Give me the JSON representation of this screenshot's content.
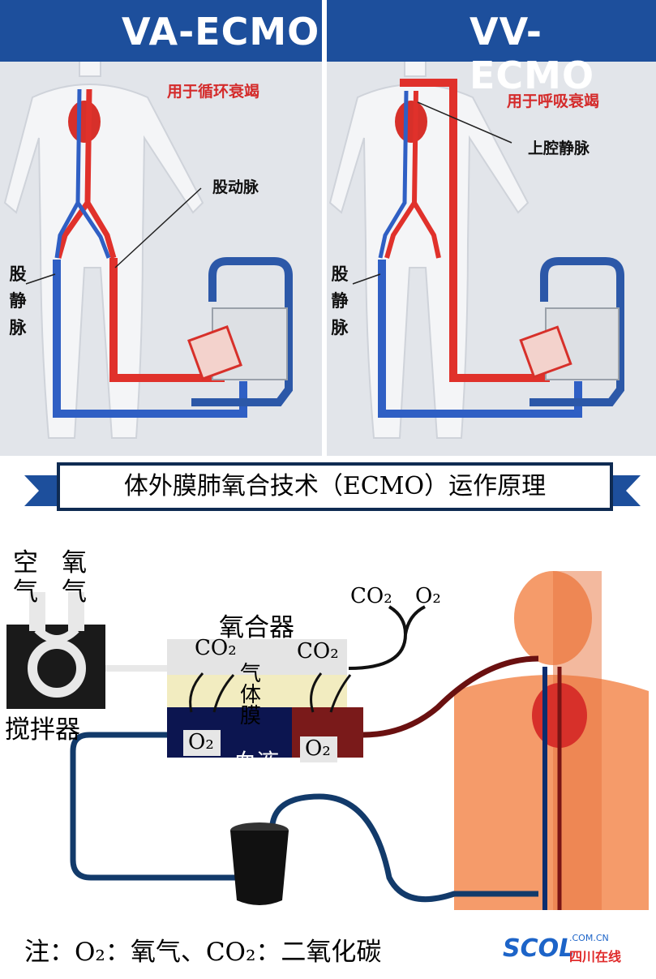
{
  "va": {
    "title": "VA-ECMO",
    "subtitle": "用于循环衰竭",
    "artery_label": "股动脉",
    "vein_label_chars": [
      "股",
      "静",
      "脉"
    ]
  },
  "vv": {
    "title": "VV-ECMO",
    "subtitle": "用于呼吸衰竭",
    "svc_label": "上腔静脉",
    "vein_label_chars": [
      "股",
      "静",
      "脉"
    ]
  },
  "principle": {
    "title": "体外膜肺氧合技术（ECMO）运作原理",
    "air_label_chars": [
      "空",
      "气"
    ],
    "oxygen_label_chars": [
      "氧",
      "气"
    ],
    "mixer_label": "搅拌器",
    "oxygenator_label": "氧合器",
    "membrane_label_chars": [
      "气",
      "体",
      "膜"
    ],
    "blood_label": "血液",
    "co2_left": "CO₂",
    "co2_right": "CO₂",
    "o2_left": "O₂",
    "o2_right": "O₂",
    "exhaust_co2": "CO₂",
    "exhaust_o2": "O₂",
    "note": "注：O₂：氧气、CO₂：二氧化碳"
  },
  "logo": {
    "brand": "SCOL",
    "domain": ".COM.CN",
    "name": "四川在线"
  },
  "colors": {
    "banner": "#1d4f9c",
    "artery_red": "#e0312b",
    "vein_blue": "#2f5fc4",
    "title_border": "#0f2b52",
    "skin": "#f59b6a",
    "logo_blue": "#1d64c8",
    "logo_red": "#e02a2a"
  }
}
